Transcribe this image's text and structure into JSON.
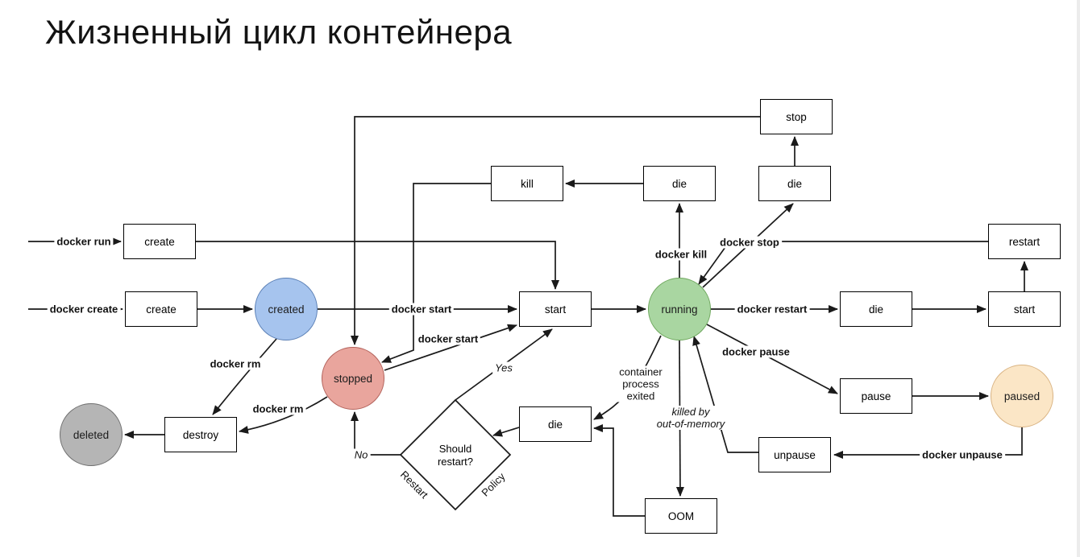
{
  "title": "Жизненный цикл контейнера",
  "colors": {
    "line": "#1a1a1a",
    "box_border": "#000000",
    "circles": {
      "created": {
        "fill": "#a6c4ee",
        "stroke": "#5a7fb5"
      },
      "stopped": {
        "fill": "#e9a59d",
        "stroke": "#b2615a"
      },
      "running": {
        "fill": "#a9d6a1",
        "stroke": "#6fa85e"
      },
      "paused": {
        "fill": "#fbe6c6",
        "stroke": "#d9b382"
      },
      "deleted": {
        "fill": "#b5b5b5",
        "stroke": "#6e6e6e"
      }
    }
  },
  "nodes": {
    "stop": "stop",
    "kill": "kill",
    "die_kill": "die",
    "die_stop": "die",
    "create_run": "create",
    "restart": "restart",
    "create_create": "create",
    "created": "created",
    "start_main": "start",
    "running": "running",
    "die_restart": "die",
    "start_restart": "start",
    "stopped": "stopped",
    "pause": "pause",
    "paused": "paused",
    "deleted": "deleted",
    "destroy": "destroy",
    "die_exit": "die",
    "unpause": "unpause",
    "oom": "OOM",
    "should_restart": "Should restart?"
  },
  "edge_labels": {
    "docker_run": "docker run",
    "docker_create": "docker create",
    "docker_start": "docker start",
    "docker_restart": "docker restart",
    "docker_kill": "docker kill",
    "docker_stop": "docker stop",
    "docker_rm": "docker rm",
    "docker_pause": "docker pause",
    "docker_unpause": "docker unpause",
    "yes": "Yes",
    "no": "No",
    "restart_word": "Restart",
    "policy_word": "Policy",
    "exited_line1": "container",
    "exited_line2": "process",
    "exited_line3": "exited",
    "killed_line1": "killed by",
    "killed_line2": "out-of-memory"
  },
  "connections": [
    {
      "from": "-",
      "to": "create_run",
      "label": "docker run"
    },
    {
      "from": "create_run",
      "to": "start_main",
      "label": ""
    },
    {
      "from": "-",
      "to": "create_create",
      "label": "docker create"
    },
    {
      "from": "create_create",
      "to": "created",
      "label": ""
    },
    {
      "from": "created",
      "to": "start_main",
      "label": "docker start"
    },
    {
      "from": "start_main",
      "to": "running",
      "label": ""
    },
    {
      "from": "running",
      "to": "die_restart",
      "label": "docker restart"
    },
    {
      "from": "die_restart",
      "to": "start_restart",
      "label": ""
    },
    {
      "from": "start_restart",
      "to": "restart",
      "label": ""
    },
    {
      "from": "restart",
      "to": "running",
      "label": ""
    },
    {
      "from": "running",
      "to": "die_kill",
      "label": "docker kill"
    },
    {
      "from": "die_kill",
      "to": "kill",
      "label": ""
    },
    {
      "from": "kill",
      "to": "stopped",
      "label": ""
    },
    {
      "from": "running",
      "to": "die_stop",
      "label": "docker stop"
    },
    {
      "from": "die_stop",
      "to": "stop",
      "label": ""
    },
    {
      "from": "stop",
      "to": "stopped",
      "label": ""
    },
    {
      "from": "stopped",
      "to": "start_main",
      "label": "docker start"
    },
    {
      "from": "created",
      "to": "destroy",
      "label": "docker rm"
    },
    {
      "from": "stopped",
      "to": "destroy",
      "label": "docker rm"
    },
    {
      "from": "destroy",
      "to": "deleted",
      "label": ""
    },
    {
      "from": "running",
      "to": "die_exit",
      "label": "container process exited"
    },
    {
      "from": "running",
      "to": "oom",
      "label": "killed by out-of-memory"
    },
    {
      "from": "oom",
      "to": "die_exit",
      "label": ""
    },
    {
      "from": "die_exit",
      "to": "should_restart",
      "label": ""
    },
    {
      "from": "should_restart",
      "to": "start_main",
      "label": "Yes"
    },
    {
      "from": "should_restart",
      "to": "stopped",
      "label": "No"
    },
    {
      "from": "running",
      "to": "pause",
      "label": "docker pause"
    },
    {
      "from": "pause",
      "to": "paused",
      "label": ""
    },
    {
      "from": "paused",
      "to": "unpause",
      "label": "docker unpause"
    },
    {
      "from": "unpause",
      "to": "running",
      "label": ""
    }
  ]
}
